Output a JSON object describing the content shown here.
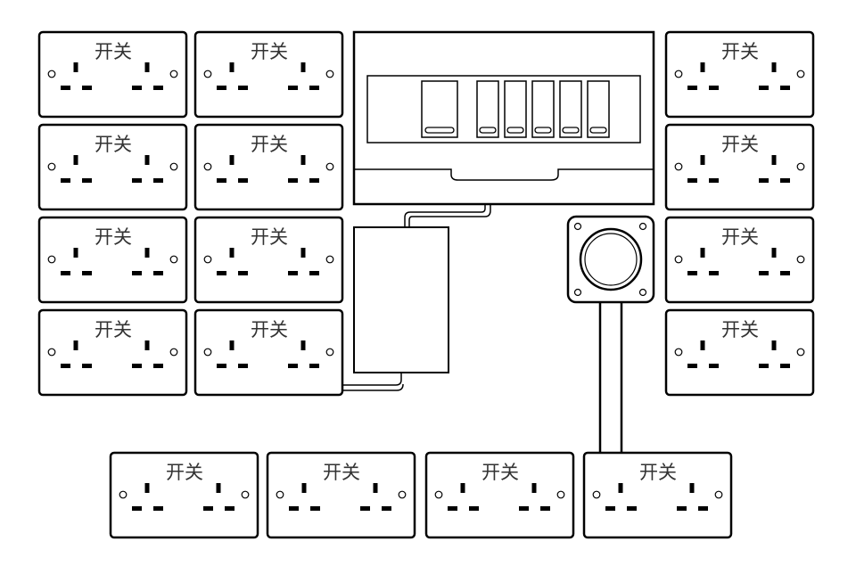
{
  "colors": {
    "stroke": "#000000",
    "background": "#ffffff",
    "switch_mark": "#333333"
  },
  "socket_icon": "double-power-socket-icon",
  "socket_switch_mark": "开关",
  "consumer_unit": {
    "icon": "fuse-box-icon",
    "breaker_count": 6,
    "main_switch_count": 1
  },
  "sockets": {
    "left_column_1": 4,
    "left_column_2": 4,
    "right_column": 4,
    "bottom_row": 4
  },
  "junction_box": {
    "icon": "cable-junction-box-icon"
  },
  "round_fitting": {
    "icon": "round-cable-outlet-icon"
  }
}
